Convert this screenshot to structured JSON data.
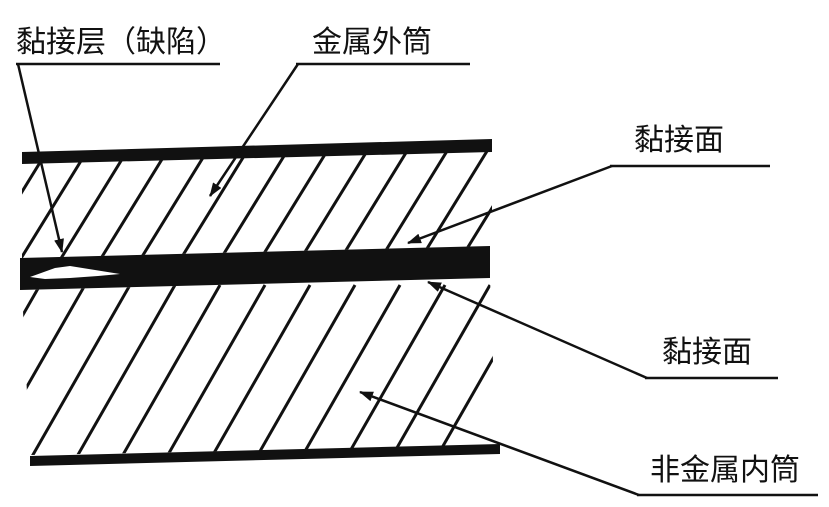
{
  "labels": {
    "adhesive_layer_defect": "黏接层（缺陷）",
    "metal_outer_tube": "金属外筒",
    "bond_surface_upper": "黏接面",
    "bond_surface_lower": "黏接面",
    "nonmetal_inner_tube": "非金属内筒"
  }
}
